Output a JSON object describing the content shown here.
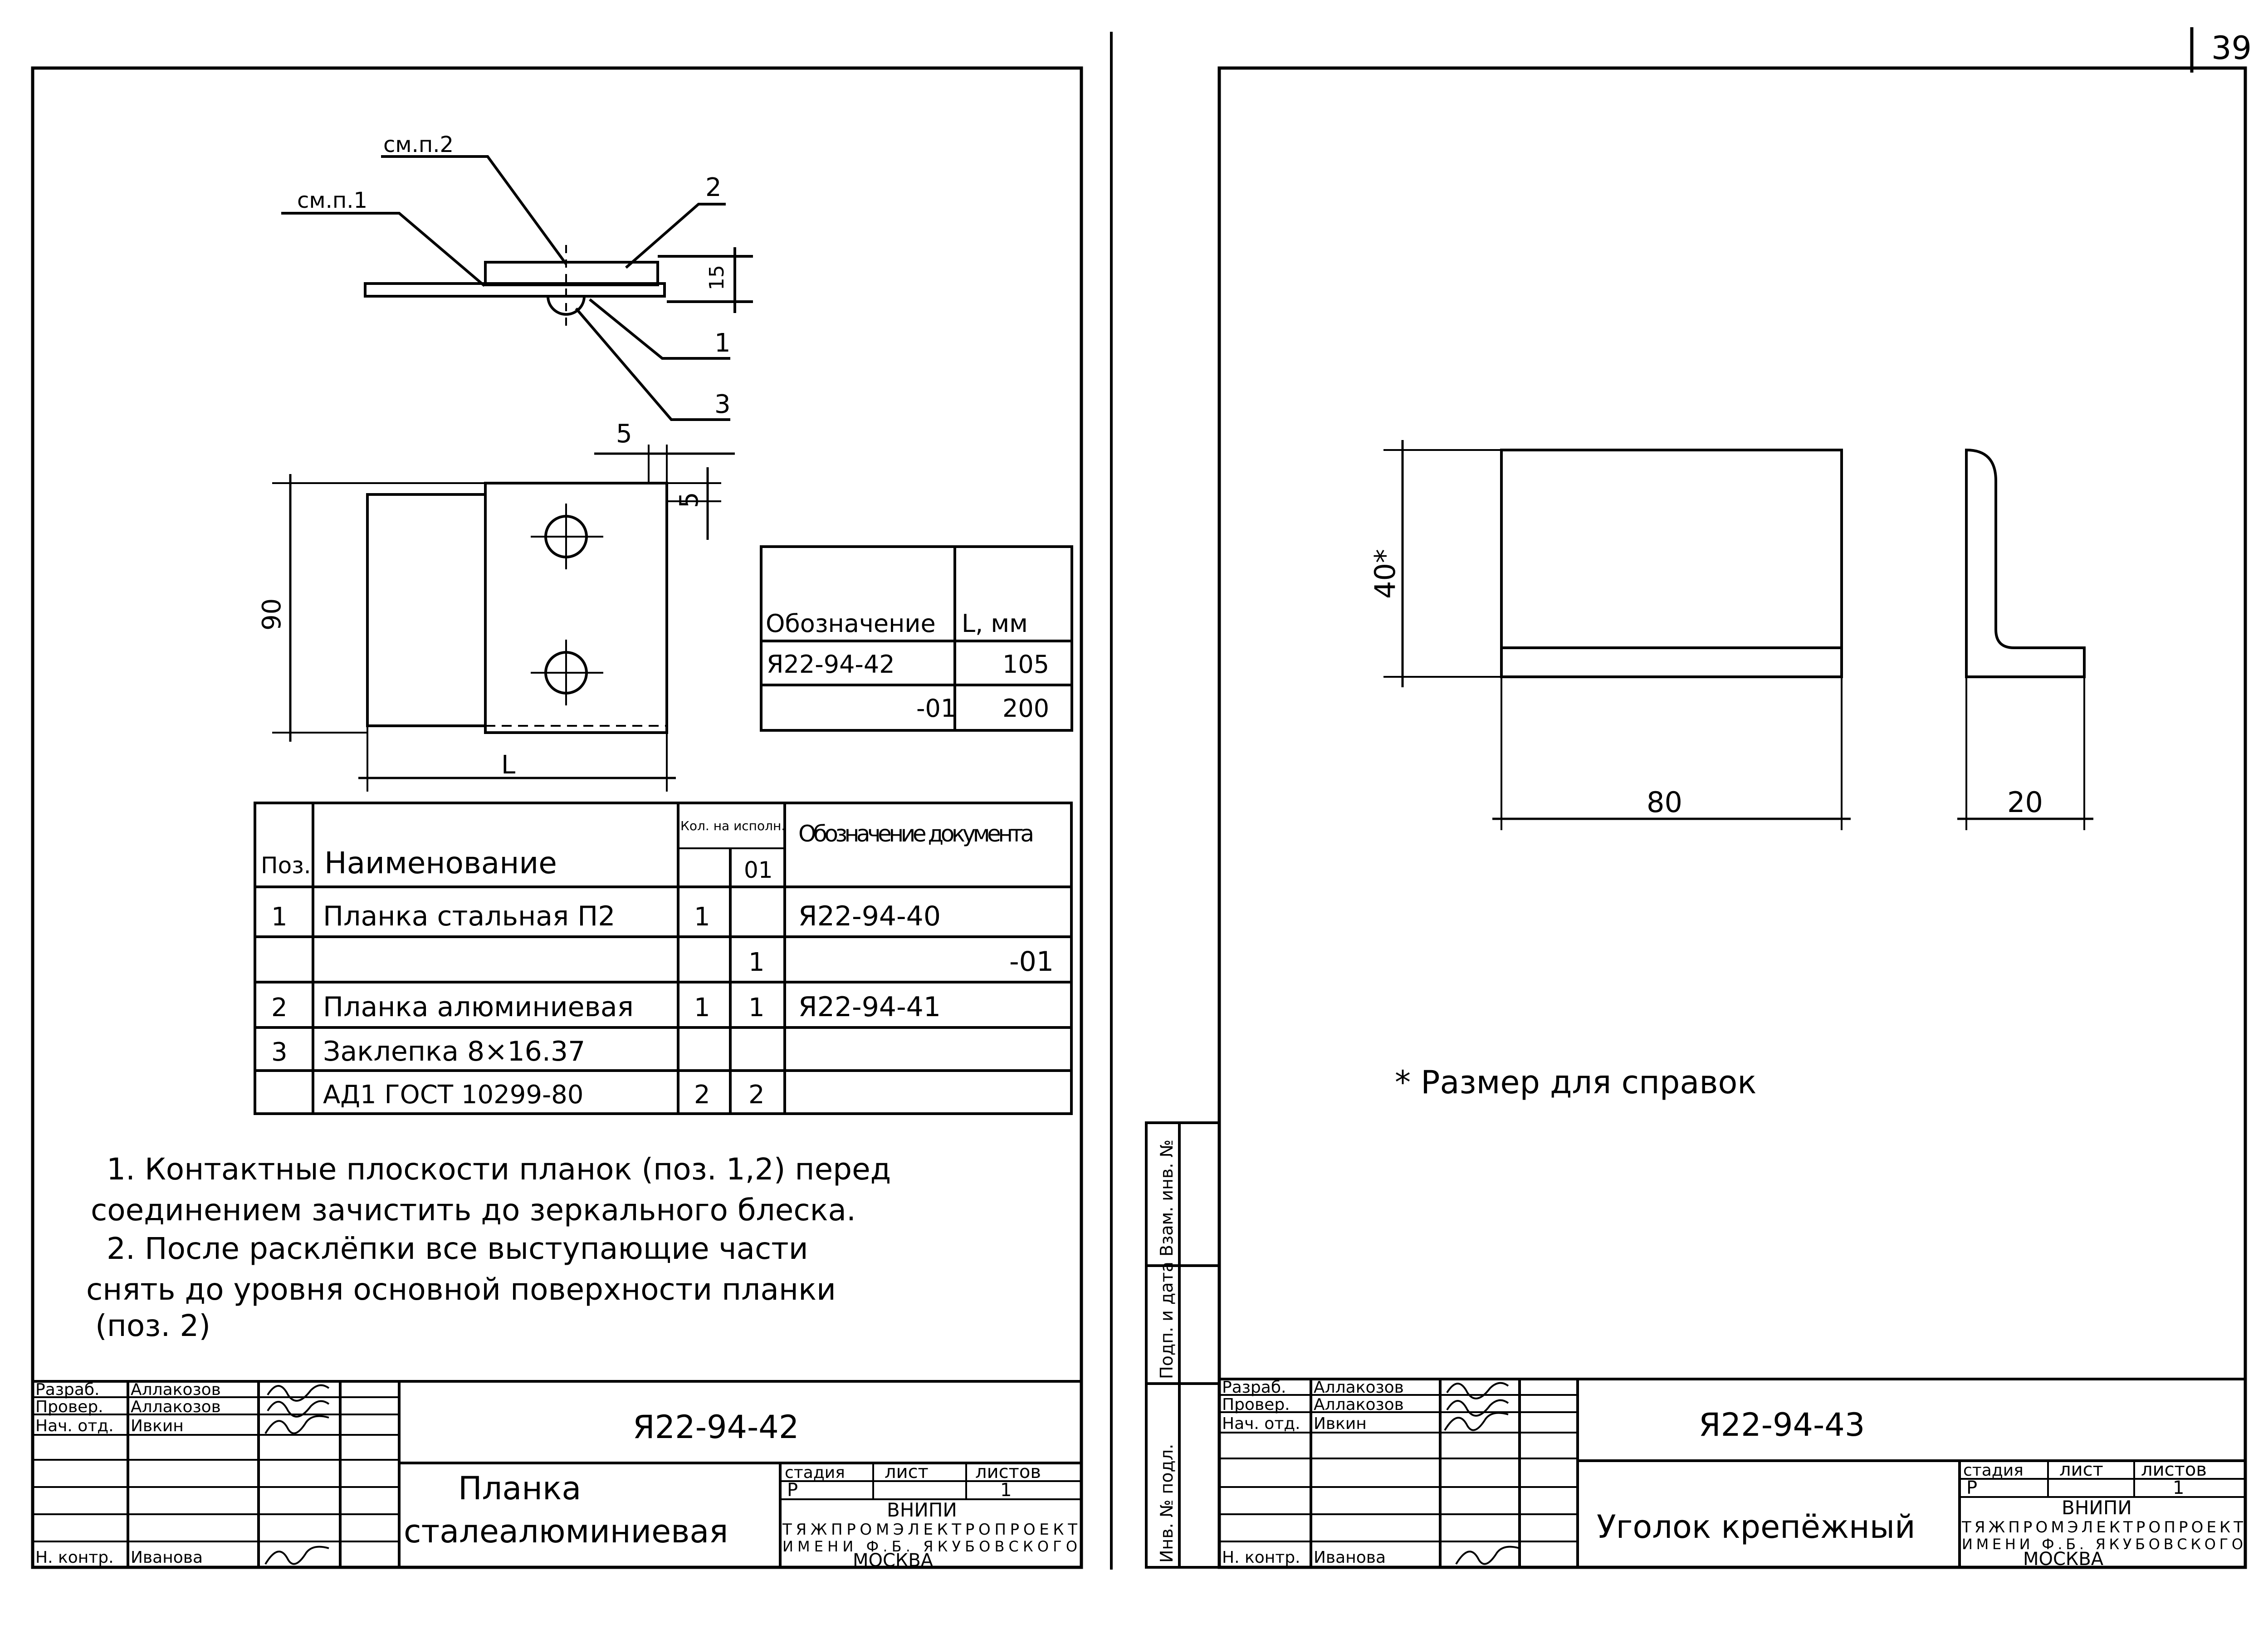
{
  "page_number": "39",
  "left_sheet": {
    "drawing": {
      "label_see_p2": "см.п.2",
      "label_see_p1": "см.п.1",
      "pos_2": "2",
      "pos_1": "1",
      "pos_3": "3",
      "dim_15": "15",
      "dim_5_top": "5",
      "dim_5_side": "5",
      "dim_90": "90",
      "dim_L": "L"
    },
    "variants_table": {
      "header_designation": "Обозначение",
      "header_length": "L, мм",
      "rows": [
        {
          "designation": "Я22-94-42",
          "length": "105"
        },
        {
          "designation": "-01",
          "length": "200"
        }
      ]
    },
    "spec_table": {
      "h_pos": "Поз.",
      "h_name": "Наименование",
      "h_qty": "Кол. на исполн.",
      "h_qty_variant": "01",
      "h_doc": "Обозначение документа",
      "rows": [
        {
          "pos": "1",
          "name": "Планка стальная П2",
          "qty": "1",
          "qty01": "",
          "doc": "Я22-94-40"
        },
        {
          "pos": "",
          "name": "",
          "qty": "",
          "qty01": "1",
          "doc": "-01"
        },
        {
          "pos": "2",
          "name": "Планка алюминиевая",
          "qty": "1",
          "qty01": "1",
          "doc": "Я22-94-41"
        },
        {
          "pos": "3",
          "name": "Заклепка 8×16.37",
          "qty": "",
          "qty01": "",
          "doc": ""
        },
        {
          "pos": "",
          "name": "АД1 ГОСТ 10299-80",
          "qty": "2",
          "qty01": "2",
          "doc": ""
        }
      ]
    },
    "notes": [
      "1. Контактные плоскости планок (поз. 1,2) перед",
      "соединением зачистить до зеркального блеска.",
      "2. После расклёпки все выступающие части",
      "снять до уровня основной поверхности планки",
      "(поз. 2)"
    ],
    "title_block": {
      "roles": [
        "Разраб.",
        "Провер.",
        "Нач. отд.",
        "",
        "",
        "",
        "Н. контр."
      ],
      "names": [
        "Аллакозов",
        "Аллакозов",
        "Ивкин",
        "",
        "",
        "",
        "Иванова"
      ],
      "doc_code": "Я22-94-42",
      "item_name_line1": "Планка",
      "item_name_line2": "сталеалюминиевая",
      "h_stage": "стадия",
      "h_sheet": "лист",
      "h_sheets": "листов",
      "stage": "Р",
      "sheets": "1",
      "org_line1": "ВНИПИ",
      "org_line2": "ТЯЖПРОМЭЛЕКТРОПРОЕКТ",
      "org_line3": "ИМЕНИ Ф.Б. ЯКУБОВСКОГО",
      "org_line4": "МОСКВА"
    }
  },
  "right_sheet": {
    "drawing": {
      "dim_40": "40*",
      "dim_80": "80",
      "dim_20": "20"
    },
    "note": "* Размер для справок",
    "side_stamp": {
      "box1": "Взам. инв. №",
      "box2": "Подп. и дата",
      "box3": "Инв. № подл."
    },
    "title_block": {
      "roles": [
        "Разраб.",
        "Провер.",
        "Нач. отд.",
        "",
        "",
        "",
        "Н. контр."
      ],
      "names": [
        "Аллакозов",
        "Аллакозов",
        "Ивкин",
        "",
        "",
        "",
        "Иванова"
      ],
      "doc_code": "Я22-94-43",
      "item_name": "Уголок крепёжный",
      "h_stage": "стадия",
      "h_sheet": "лист",
      "h_sheets": "листов",
      "stage": "Р",
      "sheets": "1",
      "org_line1": "ВНИПИ",
      "org_line2": "ТЯЖПРОМЭЛЕКТРОПРОЕКТ",
      "org_line3": "ИМЕНИ Ф.Б. ЯКУБОВСКОГО",
      "org_line4": "МОСКВА"
    }
  }
}
